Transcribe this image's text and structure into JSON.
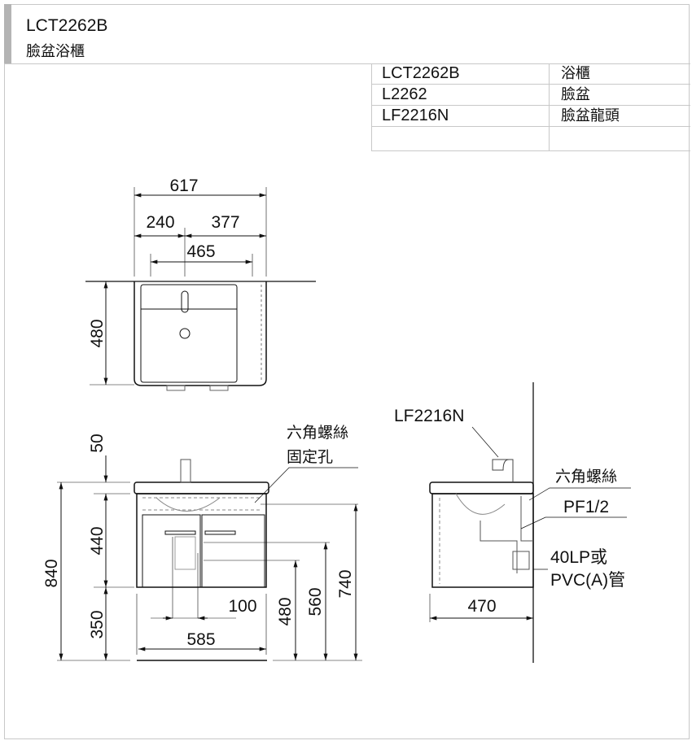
{
  "header": {
    "title": "LCT2262B",
    "subtitle": "臉盆浴櫃"
  },
  "parts": [
    {
      "code": "LCT2262B",
      "name": "浴櫃"
    },
    {
      "code": "L2262",
      "name": "臉盆"
    },
    {
      "code": "LF2216N",
      "name": "臉盆龍頭"
    },
    {
      "code": "",
      "name": ""
    }
  ],
  "top_view": {
    "overall_width": "617",
    "left_offset": "240",
    "right_offset": "377",
    "inner_width": "465",
    "depth": "480"
  },
  "front_view": {
    "faucet_height": "50",
    "cabinet_height": "440",
    "total_height": "840",
    "floor_clearance": "350",
    "width": "585",
    "drain_offset": "100",
    "h480": "480",
    "h560": "560",
    "h740": "740",
    "screw_label_1": "六角螺絲",
    "screw_label_2": "固定孔"
  },
  "side_view": {
    "faucet_model": "LF2216N",
    "screw_label": "六角螺絲",
    "supply_label": "PF1/2",
    "drain_label_1": "40LP或",
    "drain_label_2": "PVC(A)管",
    "depth": "470"
  }
}
